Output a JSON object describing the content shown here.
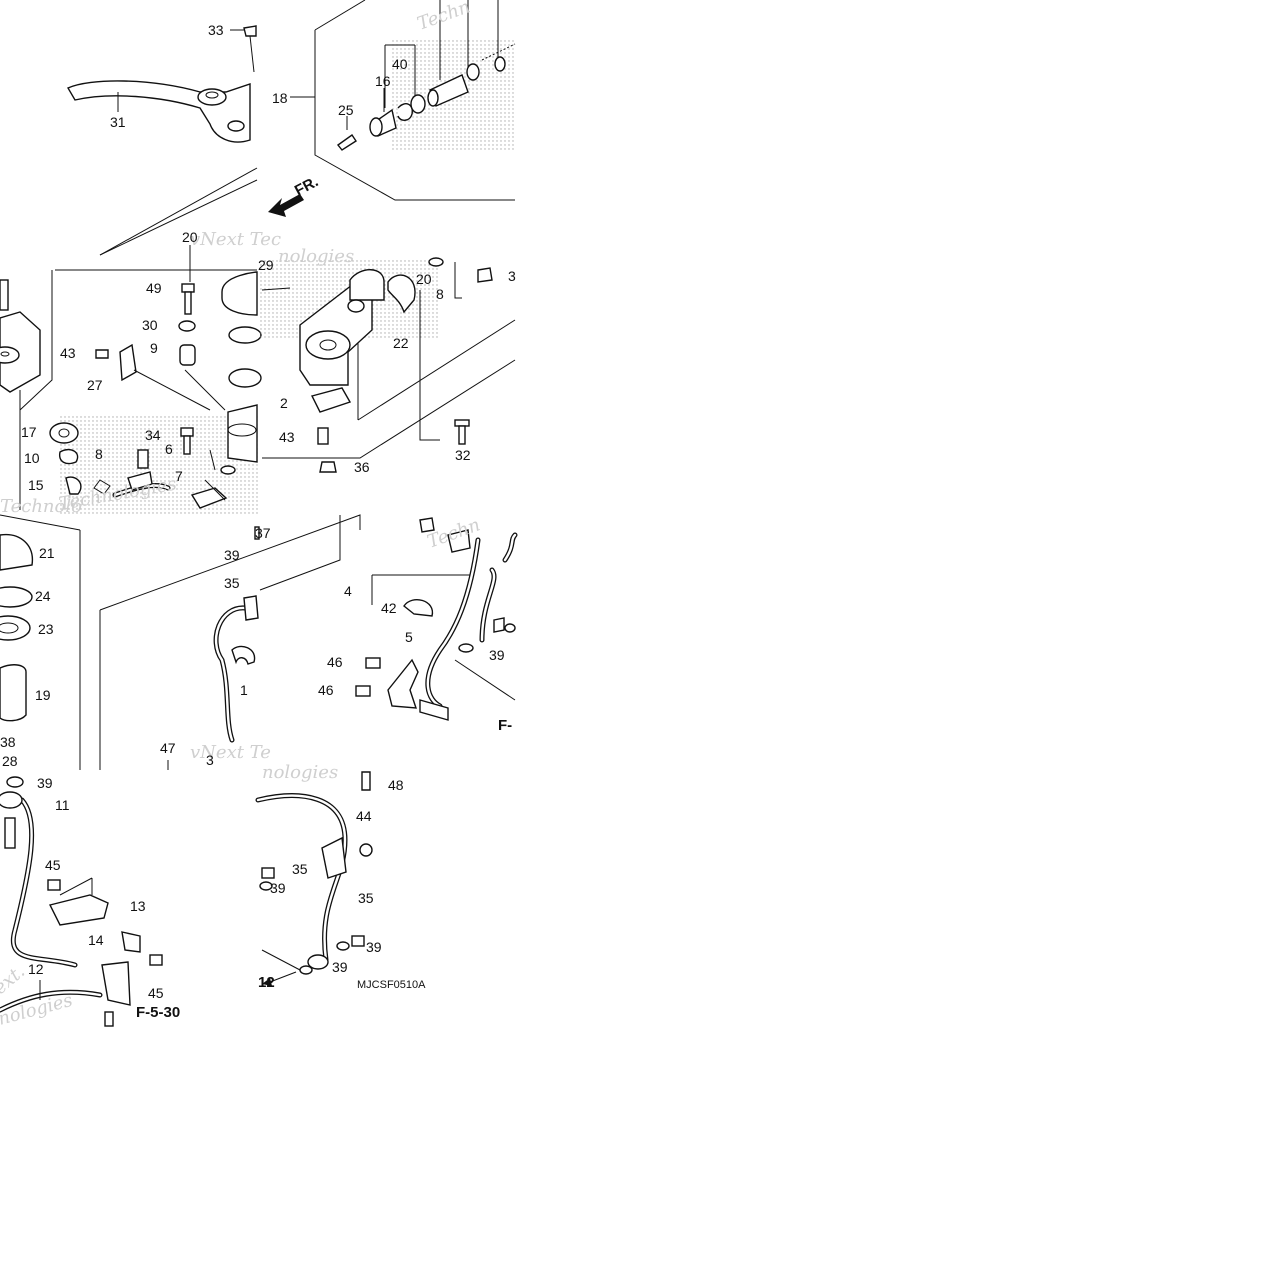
{
  "diagram": {
    "code": "MJCSF0510A",
    "direction_label": "FR.",
    "refs": [
      "F-5-30",
      "F-",
      "12"
    ],
    "watermark_fragments": [
      "Techn",
      "vNext Tec",
      "nologies",
      "Technolo",
      "ext.",
      "nologies",
      "vNext Te",
      "nologies",
      "Techn",
      "Technologies"
    ],
    "callouts": [
      "33",
      "31",
      "18",
      "16",
      "40",
      "25",
      "20",
      "29",
      "49",
      "30",
      "9",
      "43",
      "27",
      "17",
      "10",
      "8",
      "15",
      "34",
      "6",
      "7",
      "20",
      "8",
      "3",
      "22",
      "2",
      "43",
      "36",
      "32",
      "21",
      "24",
      "23",
      "19",
      "38",
      "28",
      "39",
      "11",
      "45",
      "13",
      "14",
      "45",
      "12",
      "37",
      "39",
      "35",
      "1",
      "47",
      "3",
      "4",
      "42",
      "5",
      "46",
      "46",
      "39",
      "48",
      "44",
      "35",
      "39",
      "35",
      "39",
      "39"
    ]
  }
}
